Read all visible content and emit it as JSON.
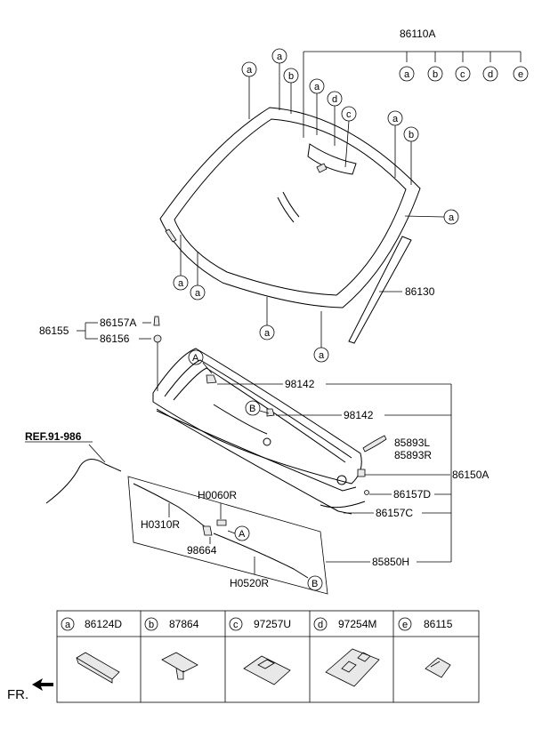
{
  "labels": {
    "windshield_assy": "86110A",
    "molding": "86130",
    "group_86155": "86155",
    "clip_86157A": "86157A",
    "clip_86156": "86156",
    "cowl_98142_a": "98142",
    "cowl_98142_b": "98142",
    "bracket_85893L": "85893L",
    "bracket_85893R": "85893R",
    "cowl_86150A": "86150A",
    "clip_86157D": "86157D",
    "clip_86157C": "86157C",
    "hose_85850H": "85850H",
    "hose_H0060R": "H0060R",
    "hose_H0310R": "H0310R",
    "conn_98664": "98664",
    "hose_H0520R": "H0520R",
    "ref": "REF.91-986",
    "fr": "FR."
  },
  "callout_letters": {
    "a": "a",
    "b": "b",
    "c": "c",
    "d": "d",
    "e": "e",
    "A": "A",
    "B": "B"
  },
  "legend": [
    {
      "letter": "a",
      "part": "86124D"
    },
    {
      "letter": "b",
      "part": "87864"
    },
    {
      "letter": "c",
      "part": "97257U"
    },
    {
      "letter": "d",
      "part": "97254M"
    },
    {
      "letter": "e",
      "part": "86115"
    }
  ]
}
